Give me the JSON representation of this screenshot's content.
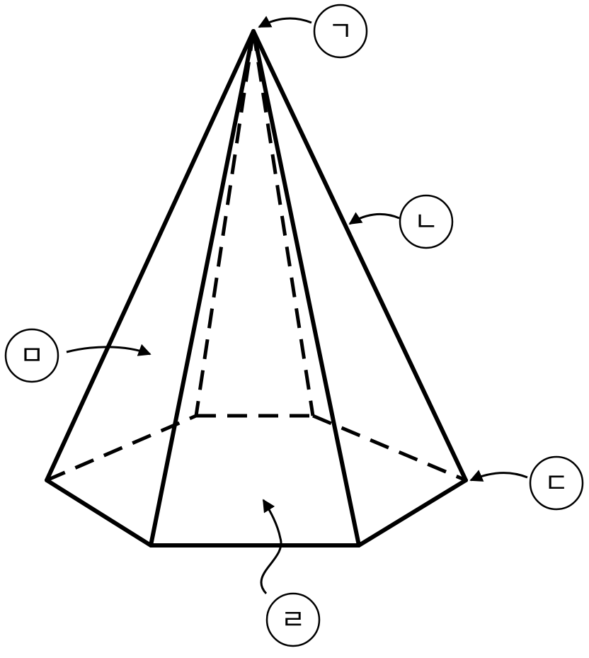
{
  "labels": {
    "apex": "ㄱ",
    "lateral_edge": "ㄴ",
    "base_vertex": "ㄷ",
    "base_face": "ㄹ",
    "lateral_face": "ㅁ"
  }
}
